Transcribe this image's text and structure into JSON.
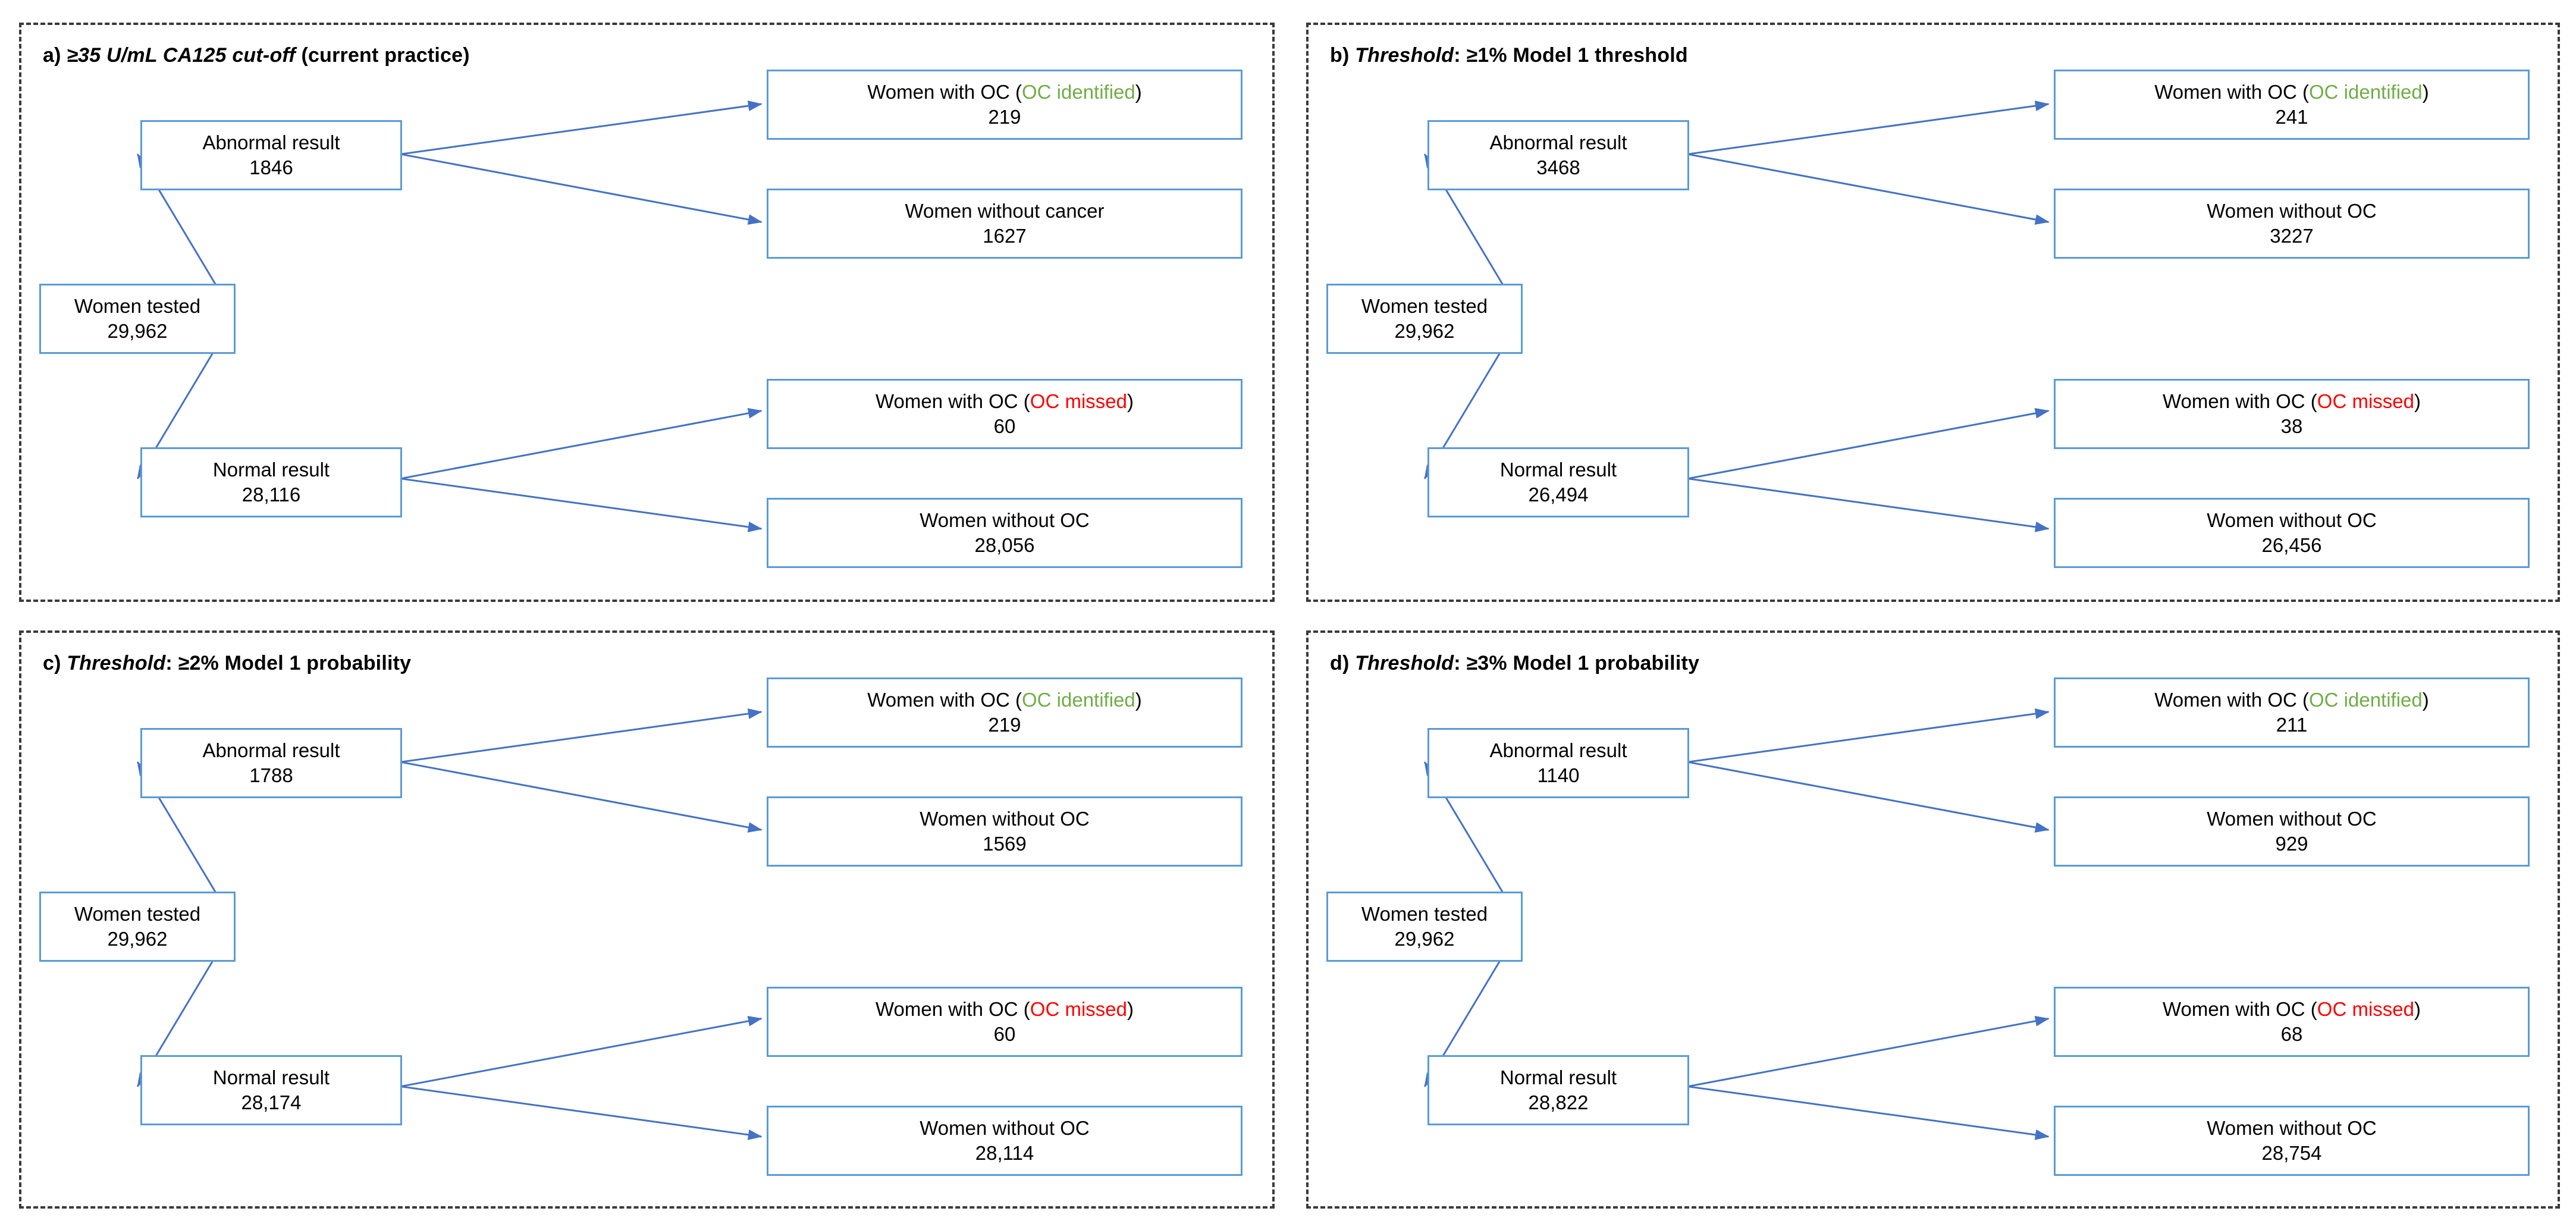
{
  "figure": {
    "panel_border_color": "#3a3a3a",
    "node_border_color": "#5B9BD5",
    "arrow_color": "#4472C4",
    "identified_color": "#70AD47",
    "missed_color": "#FF0000"
  },
  "panels": [
    {
      "id": "a",
      "title": {
        "letter": "a)",
        "italic_part": "≥35 U/mL CA125 cut-off",
        "plain_part": "(current practice)"
      },
      "root": {
        "line1": "Women tested",
        "line2": "29,962"
      },
      "abnormal": {
        "line1": "Abnormal result",
        "line2": "1846"
      },
      "normal": {
        "line1": "Normal result",
        "line2": "28,116"
      },
      "leaves": [
        {
          "prefix": "Women with OC (",
          "highlight": "OC identified",
          "suffix": ")",
          "highlight_kind": "identified",
          "value": "219"
        },
        {
          "prefix": "Women without cancer",
          "highlight": "",
          "suffix": "",
          "highlight_kind": "none",
          "value": "1627"
        },
        {
          "prefix": "Women with OC (",
          "highlight": "OC missed",
          "suffix": ")",
          "highlight_kind": "missed",
          "value": "60"
        },
        {
          "prefix": "Women without OC",
          "highlight": "",
          "suffix": "",
          "highlight_kind": "none",
          "value": "28,056"
        }
      ]
    },
    {
      "id": "b",
      "title": {
        "letter": "b)",
        "italic_part": "Threshold",
        "plain_part": ": ≥1% Model 1 threshold"
      },
      "root": {
        "line1": "Women tested",
        "line2": "29,962"
      },
      "abnormal": {
        "line1": "Abnormal result",
        "line2": "3468"
      },
      "normal": {
        "line1": "Normal result",
        "line2": "26,494"
      },
      "leaves": [
        {
          "prefix": "Women with OC (",
          "highlight": "OC identified",
          "suffix": ")",
          "highlight_kind": "identified",
          "value": "241"
        },
        {
          "prefix": "Women without OC",
          "highlight": "",
          "suffix": "",
          "highlight_kind": "none",
          "value": "3227"
        },
        {
          "prefix": "Women with OC (",
          "highlight": "OC missed",
          "suffix": ")",
          "highlight_kind": "missed",
          "value": "38"
        },
        {
          "prefix": "Women without OC",
          "highlight": "",
          "suffix": "",
          "highlight_kind": "none",
          "value": "26,456"
        }
      ]
    },
    {
      "id": "c",
      "title": {
        "letter": "c)",
        "italic_part": "Threshold",
        "plain_part": ": ≥2% Model 1 probability"
      },
      "root": {
        "line1": "Women tested",
        "line2": "29,962"
      },
      "abnormal": {
        "line1": "Abnormal result",
        "line2": "1788"
      },
      "normal": {
        "line1": "Normal result",
        "line2": "28,174"
      },
      "leaves": [
        {
          "prefix": "Women with OC (",
          "highlight": "OC identified",
          "suffix": ")",
          "highlight_kind": "identified",
          "value": "219"
        },
        {
          "prefix": "Women without OC",
          "highlight": "",
          "suffix": "",
          "highlight_kind": "none",
          "value": "1569"
        },
        {
          "prefix": "Women with OC (",
          "highlight": "OC missed",
          "suffix": ")",
          "highlight_kind": "missed",
          "value": "60"
        },
        {
          "prefix": "Women without OC",
          "highlight": "",
          "suffix": "",
          "highlight_kind": "none",
          "value": "28,114"
        }
      ]
    },
    {
      "id": "d",
      "title": {
        "letter": "d)",
        "italic_part": "Threshold",
        "plain_part": ": ≥3% Model 1 probability"
      },
      "root": {
        "line1": "Women tested",
        "line2": "29,962"
      },
      "abnormal": {
        "line1": "Abnormal result",
        "line2": "1140"
      },
      "normal": {
        "line1": "Normal result",
        "line2": "28,822"
      },
      "leaves": [
        {
          "prefix": "Women with OC (",
          "highlight": "OC identified",
          "suffix": ")",
          "highlight_kind": "identified",
          "value": "211"
        },
        {
          "prefix": "Women without OC",
          "highlight": "",
          "suffix": "",
          "highlight_kind": "none",
          "value": "929"
        },
        {
          "prefix": "Women with OC (",
          "highlight": "OC missed",
          "suffix": ")",
          "highlight_kind": "missed",
          "value": "68"
        },
        {
          "prefix": "Women without OC",
          "highlight": "",
          "suffix": "",
          "highlight_kind": "none",
          "value": "28,754"
        }
      ]
    }
  ]
}
